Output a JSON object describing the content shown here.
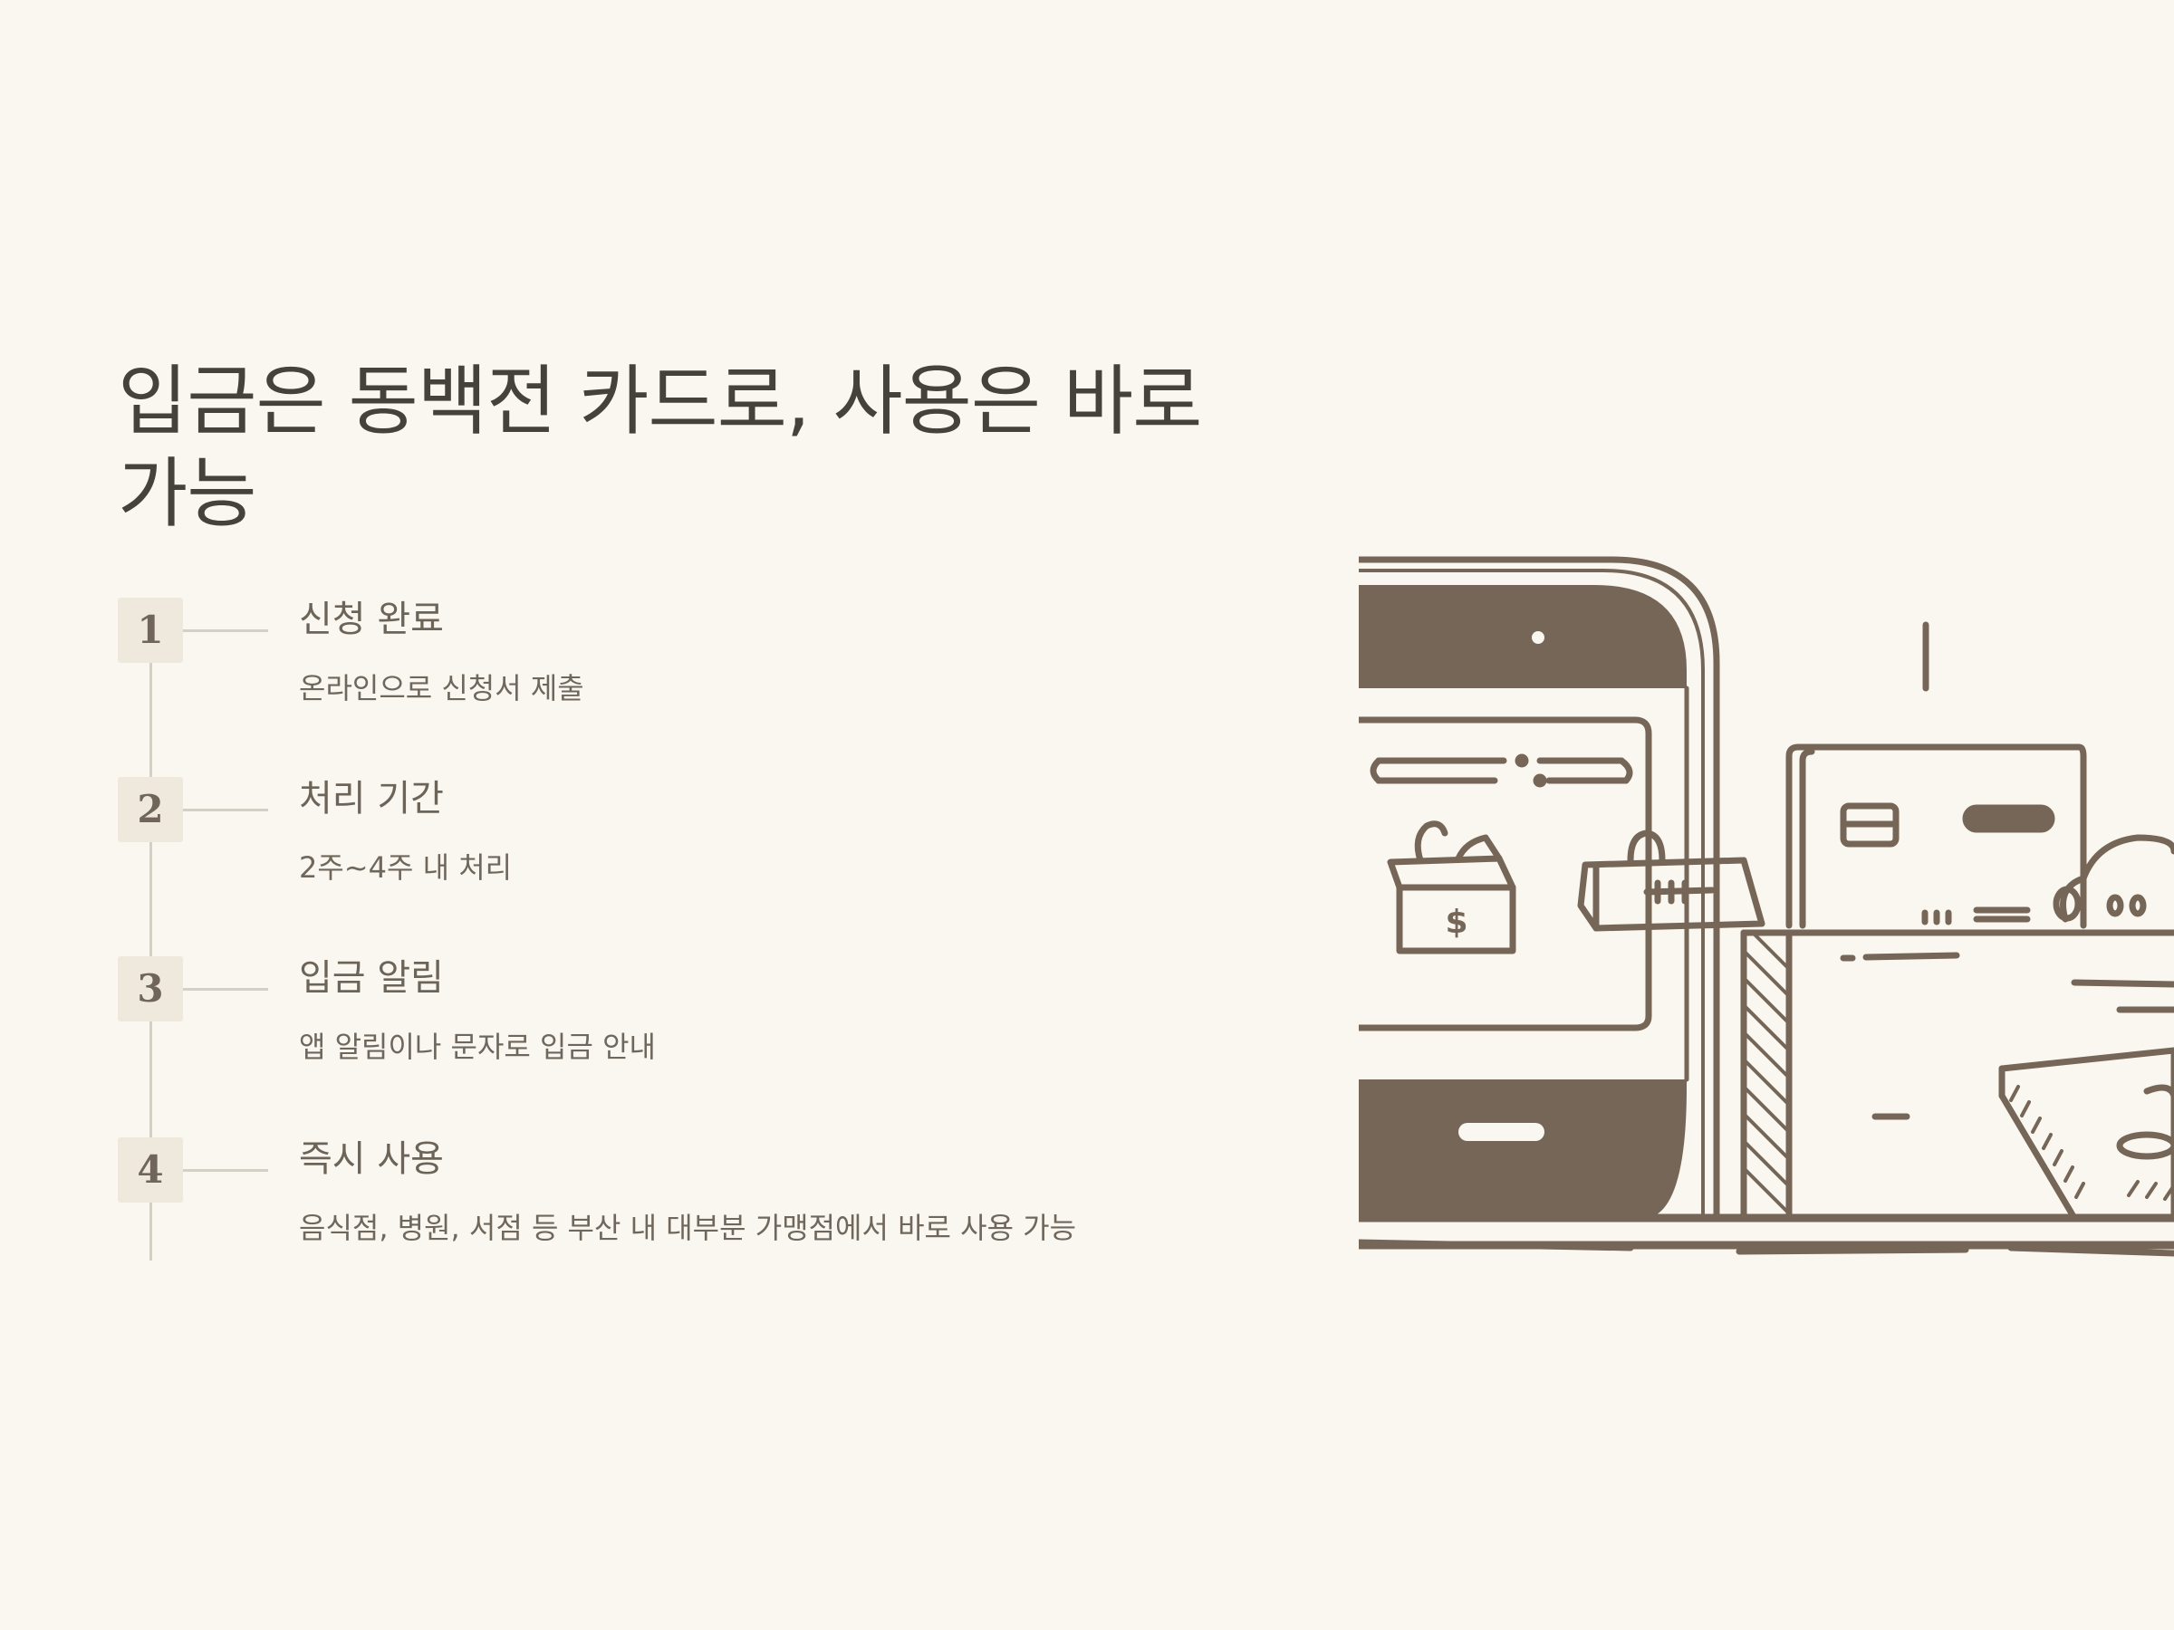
{
  "title": "입금은 동백전 카드로, 사용은 바로 가능",
  "steps": [
    {
      "number": "1",
      "title": "신청 완료",
      "description": "온라인으로 신청서 제출"
    },
    {
      "number": "2",
      "title": "처리 기간",
      "description": "2주~4주 내 처리"
    },
    {
      "number": "3",
      "title": "입금 알림",
      "description": "앱 알림이나 문자로 입금 안내"
    },
    {
      "number": "4",
      "title": "즉시 사용",
      "description": "음식점, 병원, 서점 등 부산 내 대부분 가맹점에서 바로 사용 가능"
    }
  ],
  "illustration": {
    "name": "phone-card-payment-illustration",
    "ink_color": "#756657",
    "background_color": "#faf7f0"
  }
}
